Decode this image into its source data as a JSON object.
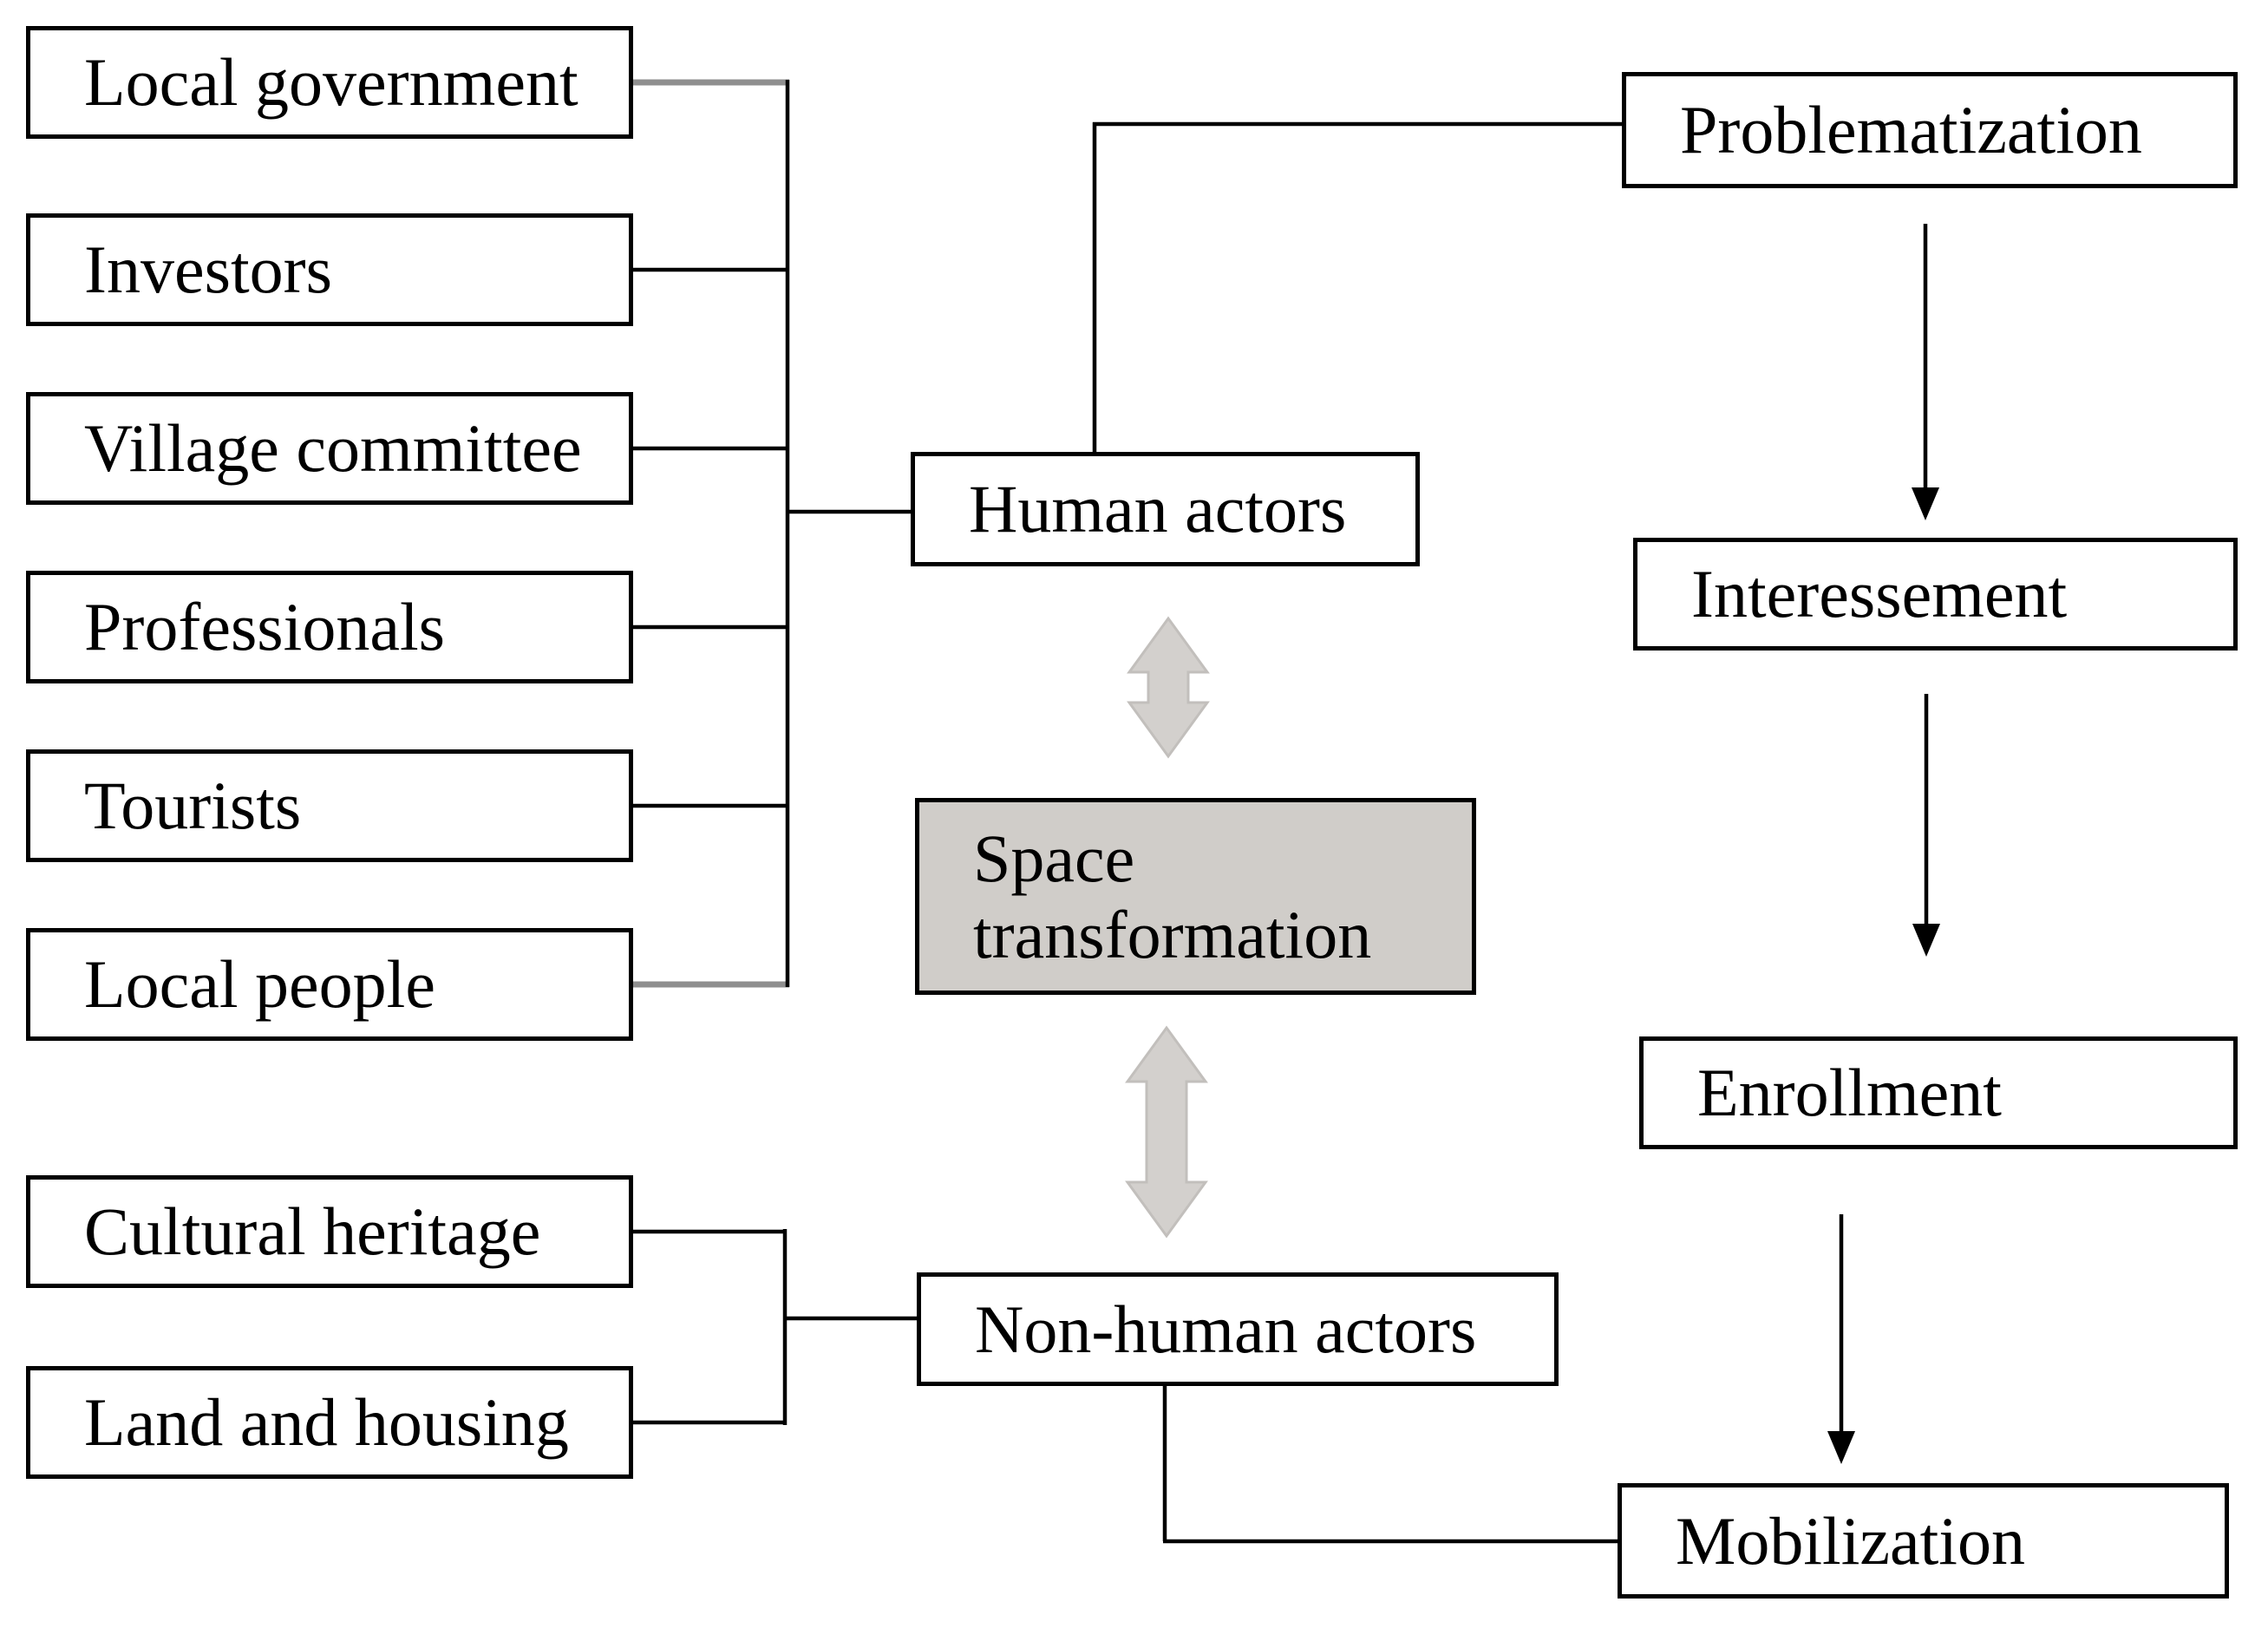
{
  "diagram": {
    "human_actor_sources": [
      "Local government",
      "Investors",
      "Village committee",
      "Professionals",
      "Tourists",
      "Local people"
    ],
    "non_human_actor_sources": [
      "Cultural heritage",
      "Land and housing"
    ],
    "hubs": {
      "human_actors": "Human actors",
      "space_transformation": "Space transformation",
      "non_human_actors": "Non-human actors"
    },
    "translation_stages": [
      "Problematization",
      "Interessement",
      "Enrollment",
      "Mobilization"
    ],
    "colors": {
      "box_border": "#000000",
      "gray_box_fill": "#d0cdc9",
      "double_arrow_fill": "#d3d0cd",
      "double_arrow_stroke": "#c2bfbc",
      "connector_black": "#000000",
      "connector_gray": "#8f8f8f",
      "background": "#ffffff"
    }
  }
}
